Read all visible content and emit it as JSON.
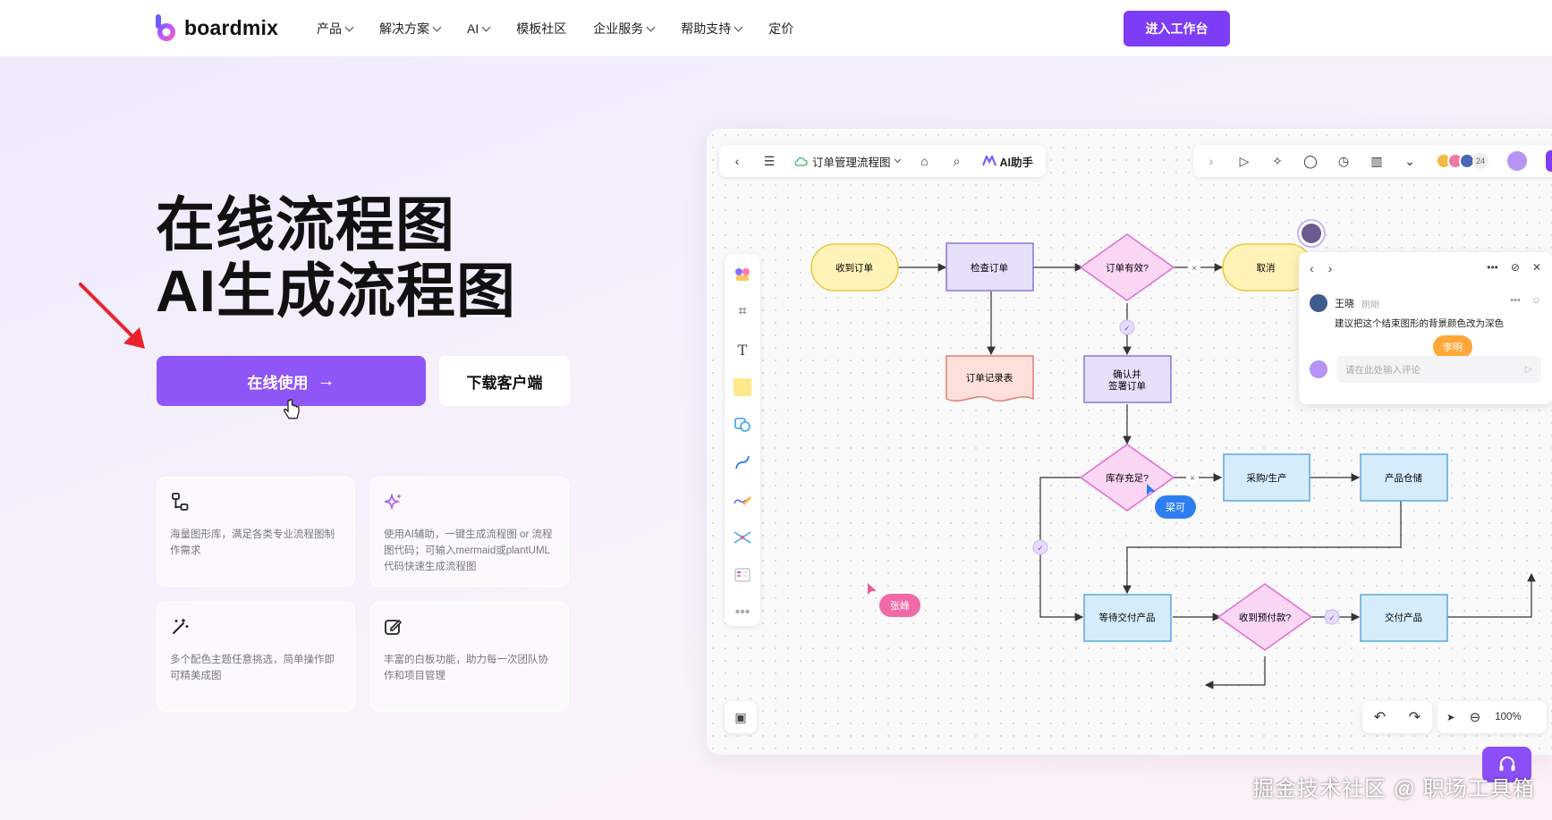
{
  "nav": {
    "logo_text": "boardmix",
    "menu": [
      {
        "label": "产品",
        "dropdown": true
      },
      {
        "label": "解决方案",
        "dropdown": true
      },
      {
        "label": "AI",
        "dropdown": true
      },
      {
        "label": "模板社区",
        "dropdown": false
      },
      {
        "label": "企业服务",
        "dropdown": true
      },
      {
        "label": "帮助支持",
        "dropdown": true
      },
      {
        "label": "定价",
        "dropdown": false
      }
    ],
    "cta": "进入工作台"
  },
  "hero": {
    "title_line1": "在线流程图",
    "title_line2": "AI生成流程图",
    "btn_online": "在线使用",
    "btn_online_arrow": "→",
    "btn_download": "下载客户端"
  },
  "features": [
    {
      "icon": "flowchart-icon",
      "text": "海量图形库，满足各类专业流程图制作需求"
    },
    {
      "icon": "sparkle-icon",
      "text": "使用AI辅助，一键生成流程图 or 流程图代码；可输入mermaid或plantUML代码快速生成流程图"
    },
    {
      "icon": "magic-wand-icon",
      "text": "多个配色主题任意挑选，简单操作即可精美成图"
    },
    {
      "icon": "edit-board-icon",
      "text": "丰富的白板功能，助力每一次团队协作和项目管理"
    }
  ],
  "app": {
    "doc_title": "订单管理流程图",
    "ai_label": "AI助手",
    "collaborators_count": "24",
    "zoom": "100%",
    "comment": {
      "author": "王晓",
      "time": "刚刚",
      "text": "建议把这个结束图形的背景颜色改为深色",
      "input_placeholder": "请在此处输入评论"
    },
    "cursors": [
      "李明",
      "梁可",
      "张峰"
    ],
    "nodes": {
      "receive": "收到订单",
      "check": "检查订单",
      "valid": "订单有效?",
      "cancel": "取消",
      "record": "订单记录表",
      "confirm1": "确认并",
      "confirm2": "签署订单",
      "stock": "库存充足?",
      "purchase": "采购/生产",
      "warehouse": "产品仓储",
      "waiting": "等待交付产品",
      "paid": "收到预付款?",
      "deliver": "交付产品"
    }
  },
  "watermark": "掘金技术社区 @ 职场工具箱",
  "colors": {
    "brand": "#7d3cf5",
    "button": "#8e55f7"
  }
}
